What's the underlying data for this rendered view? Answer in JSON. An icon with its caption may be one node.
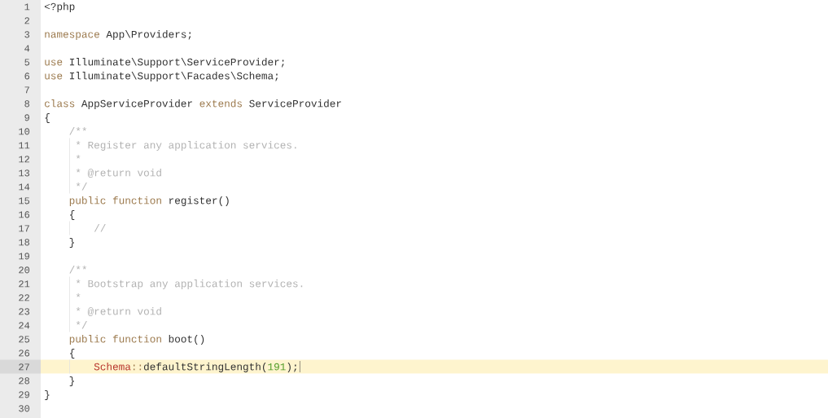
{
  "diagram": {
    "labels": [
      "1",
      "<?php",
      "2",
      "3",
      "namespace",
      "App\\Providers;",
      "4",
      "5",
      "use",
      "Illuminate\\Support\\ServiceProvider;",
      "6",
      "use",
      "Illuminate\\Support\\Facades\\Schema;",
      "7",
      "8",
      "class",
      "AppServiceProvider",
      "extends",
      "ServiceProvider",
      "9",
      "{",
      "10",
      "/**",
      "11",
      "* Register any application services.",
      "12",
      "*",
      "13",
      "* @return void",
      "14",
      "*/",
      "15",
      "public function",
      "register()",
      "16",
      "{",
      "17",
      "//",
      "18",
      "}",
      "19",
      "20",
      "/**",
      "21",
      "* Bootstrap any application services.",
      "22",
      "*",
      "23",
      "* @return void",
      "24",
      "*/",
      "25",
      "public function",
      "boot()",
      "26",
      "{",
      "27",
      "Schema",
      "::",
      "defaultStringLength(",
      "191",
      ");",
      "28",
      "}",
      "29",
      "}",
      "30"
    ]
  }
}
